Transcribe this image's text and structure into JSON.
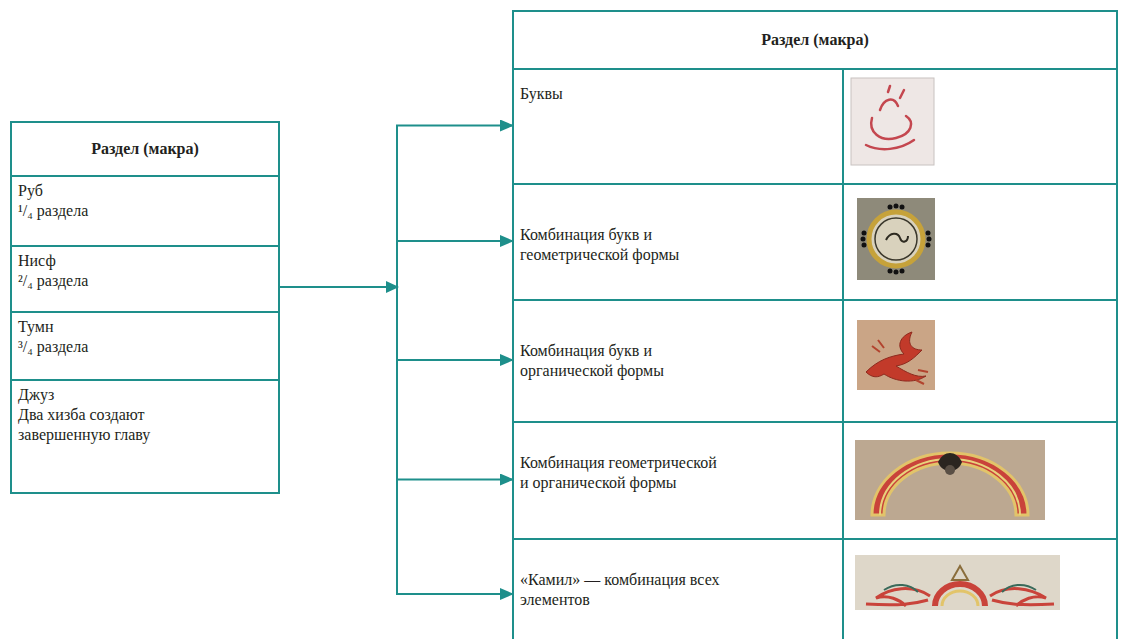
{
  "diagram": {
    "nodes": [
      {
        "text": [
          "Раздел (макра)"
        ]
      },
      {
        "text": [
          "Руб",
          "¹/₄ раздела"
        ],
        "in": 0
      },
      {
        "text": [
          "Нисф",
          "²/₄ раздела"
        ],
        "in": 0
      },
      {
        "text": [
          "Тумн",
          "³/₄ раздела"
        ],
        "in": 0
      },
      {
        "text": [
          "Джуз",
          "Два хизба создают завершенную главу"
        ],
        "in": 0
      },
      {
        "text": [
          "Раздел (макра)"
        ]
      },
      {
        "text": [
          "Буквы"
        ],
        "in": 5
      },
      {
        "text": [
          "Комбинация букв и геометрической формы"
        ],
        "in": 5
      },
      {
        "text": [
          "Комбинация букв и органической формы"
        ],
        "in": 5
      },
      {
        "text": [
          "Комбинация геометрической и органической формы"
        ],
        "in": 5
      },
      {
        "text": [
          "«Камил» — комбинация всех элементов"
        ],
        "in": 5
      }
    ],
    "edges": [
      {
        "from": 0,
        "to": 6,
        "arrow": "to"
      },
      {
        "from": 0,
        "to": 7,
        "arrow": "to"
      },
      {
        "from": 0,
        "to": 8,
        "arrow": "to"
      },
      {
        "from": 0,
        "to": 9,
        "arrow": "to"
      },
      {
        "from": 0,
        "to": 10,
        "arrow": "to"
      }
    ]
  }
}
